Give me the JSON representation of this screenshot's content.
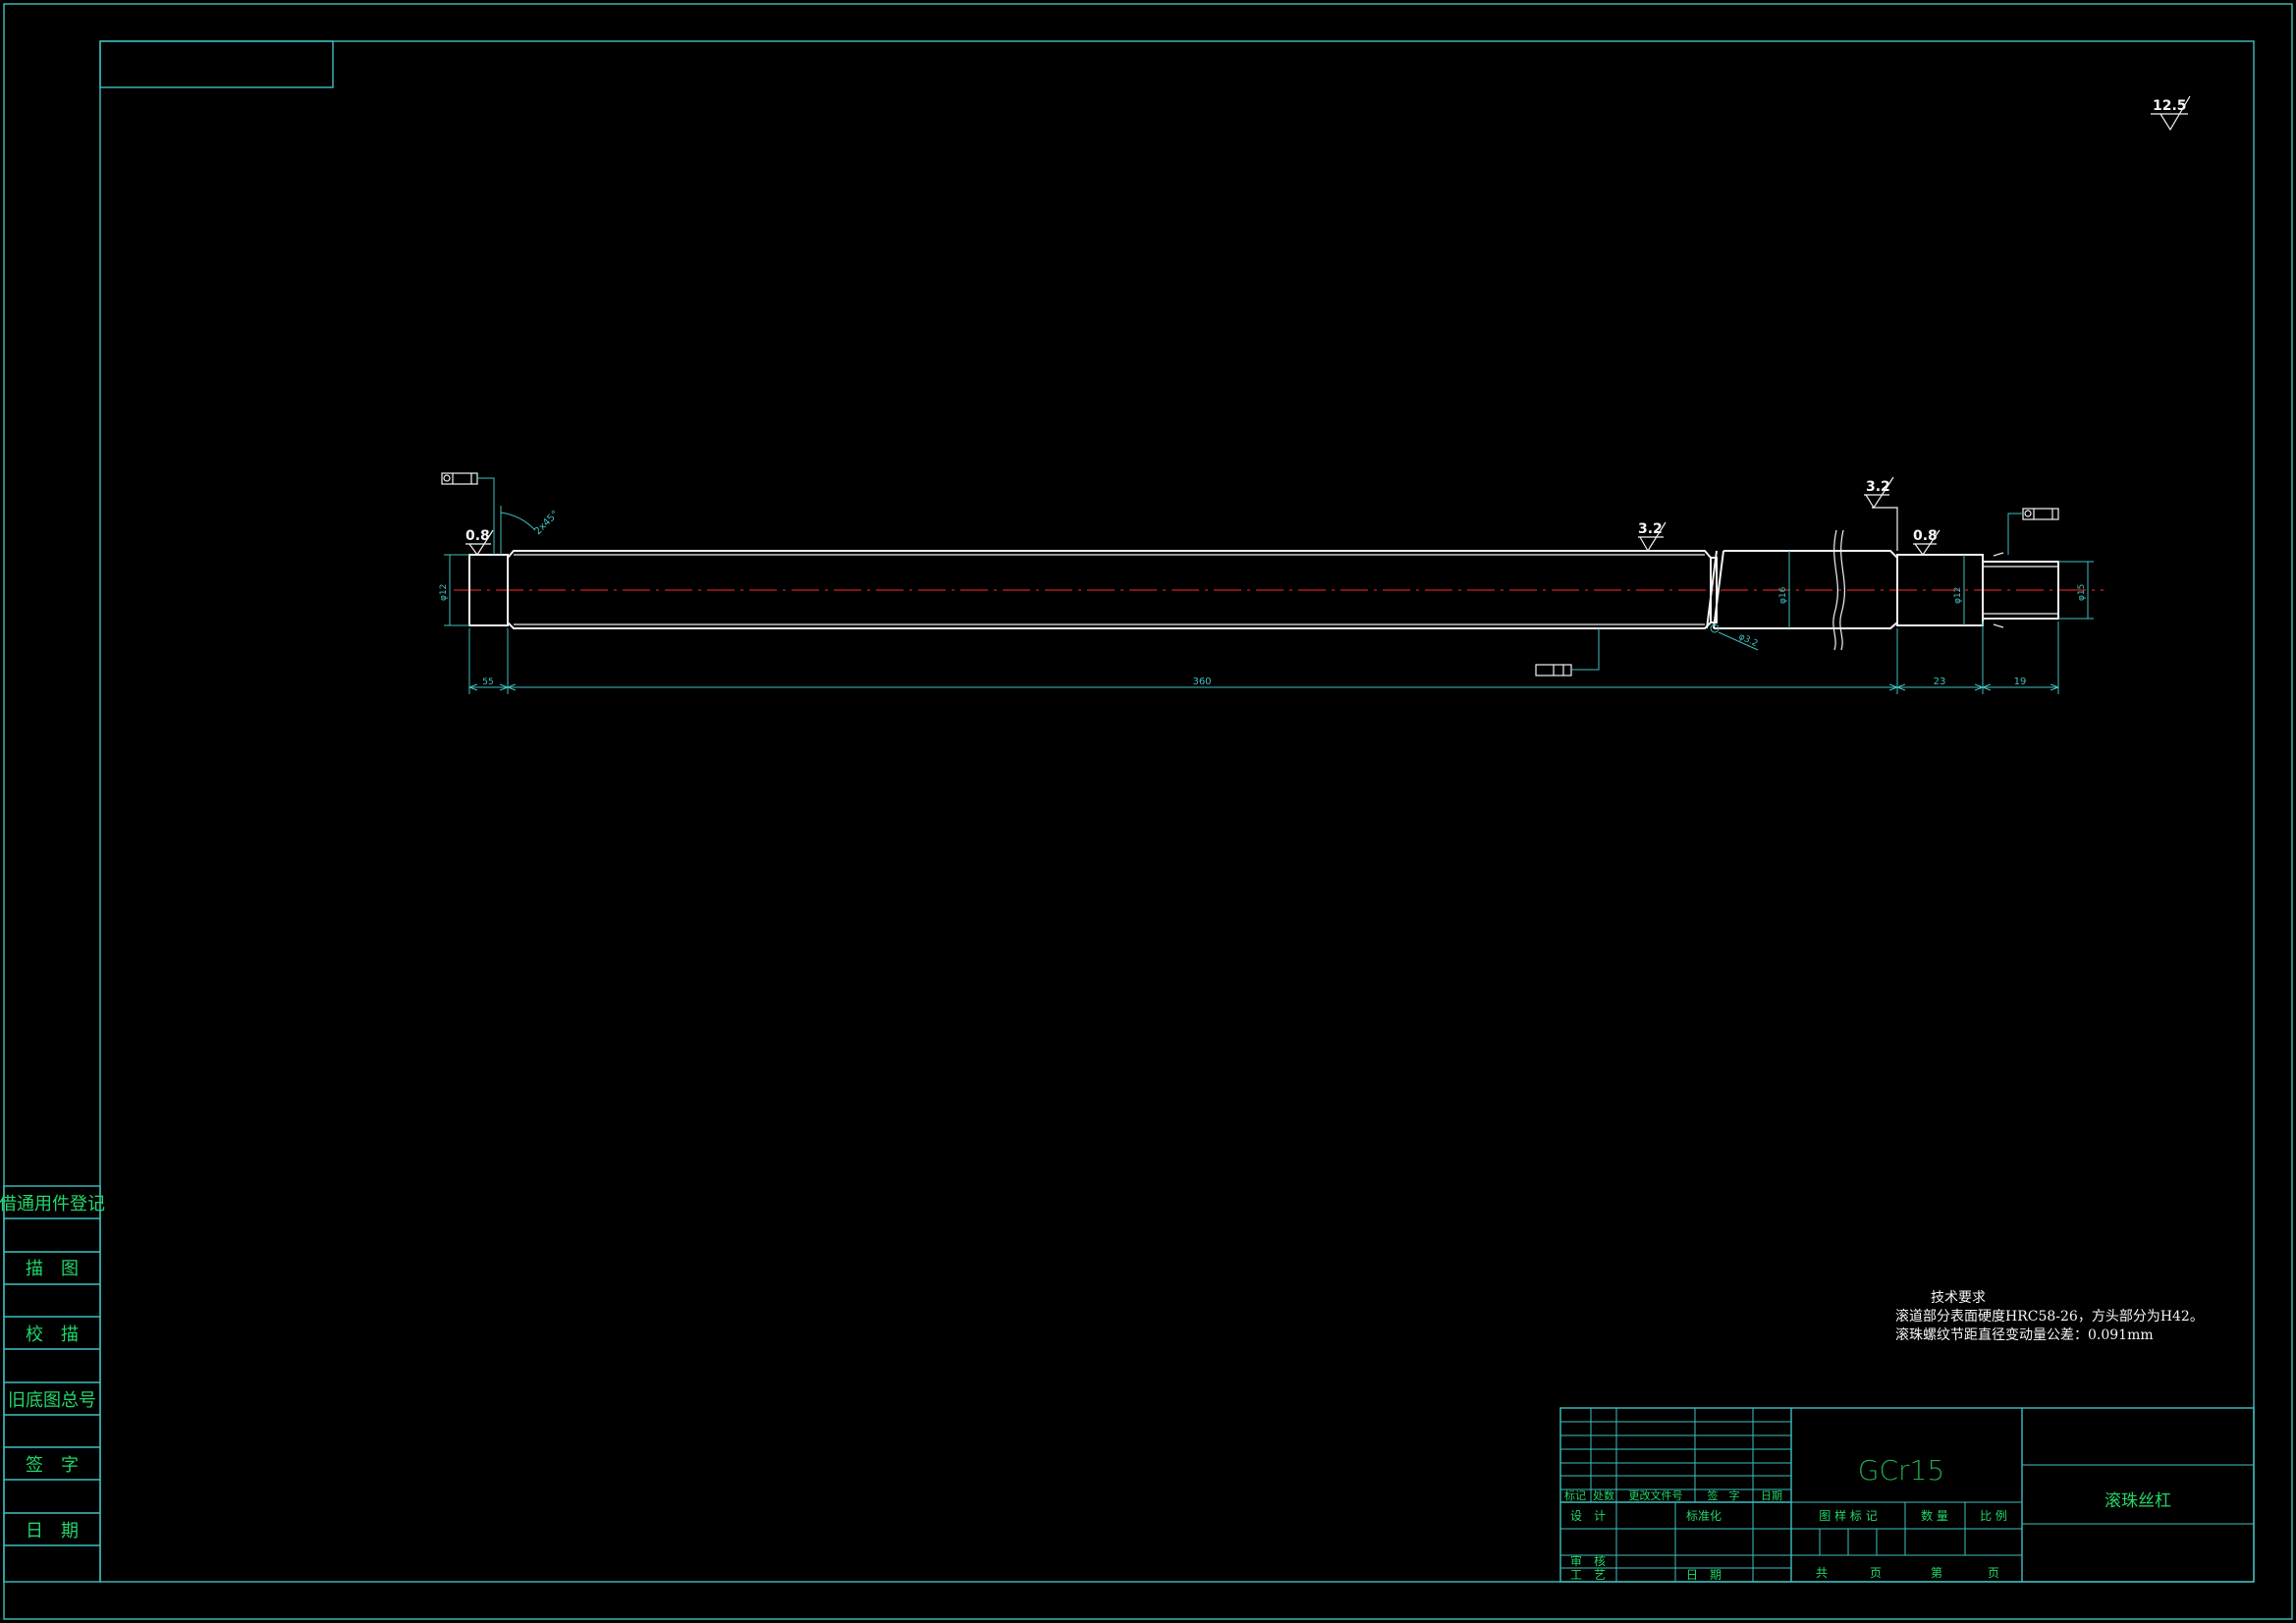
{
  "side_panel": {
    "rows": [
      "借通用件登记",
      "描　图",
      "校　描",
      "旧底图总号",
      "签　字",
      "日　期"
    ]
  },
  "surface_finish": {
    "general": "12.5",
    "left_journal": "0.8",
    "right_journal": "0.8",
    "thread_mid": "3.2",
    "thread_end": "3.2"
  },
  "dimensions": {
    "left_len": "55",
    "main_len": "360",
    "seg_23": "23",
    "seg_19": "19",
    "chamfer": "2x45°",
    "dia_left": "φ12",
    "dia_thread": "φ16",
    "dia_right": "φ12",
    "dia_end": "φ15",
    "groove": "φ3.2"
  },
  "tech_requirements": {
    "heading": "技术要求",
    "line1": "滚道部分表面硬度HRC58-26，方头部分为H42。",
    "line2": "滚珠螺纹节距直径变动量公差：0.091mm"
  },
  "title_block": {
    "material": "GCr15",
    "part_name": "滚珠丝杠",
    "headers": [
      "标记",
      "处数",
      "更改文件号",
      "签　字",
      "日期"
    ],
    "sign_rows": [
      "设　计",
      "标准化",
      "审　核",
      "工　艺",
      "日　期"
    ],
    "info_labels": [
      "图 样 标 记",
      "数 量",
      "比 例"
    ],
    "sheet_labels": [
      "共",
      "页",
      "第",
      "页"
    ]
  },
  "colors": {
    "frame": "#3fbfbf",
    "outline": "#f2f2f2",
    "centerline": "#d02020",
    "text": "#22d66a"
  }
}
